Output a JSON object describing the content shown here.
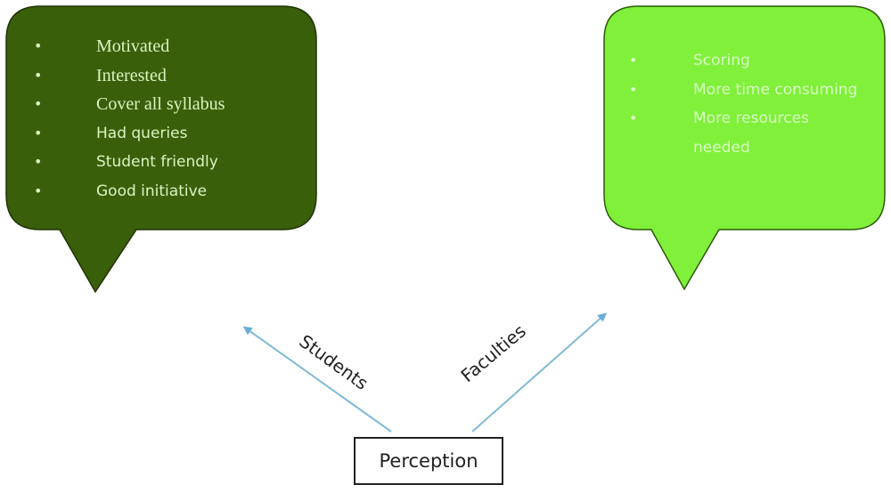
{
  "diagram": {
    "center_node": {
      "label": "Perception"
    },
    "branches": [
      {
        "label": "Students",
        "bubble_color": "#3a5f0b",
        "text_color": "#d8f5c0",
        "items": [
          "Motivated",
          "Interested",
          "Cover all syllabus",
          "Had queries",
          "Student friendly",
          "Good initiative"
        ]
      },
      {
        "label": "Faculties",
        "bubble_color": "#80f03a",
        "text_color": "#d9ffc4",
        "items": [
          "Scoring",
          "More time consuming",
          "More resources needed"
        ]
      }
    ],
    "bullet_glyph": "•",
    "arrow_color": "#7fb9d6"
  }
}
